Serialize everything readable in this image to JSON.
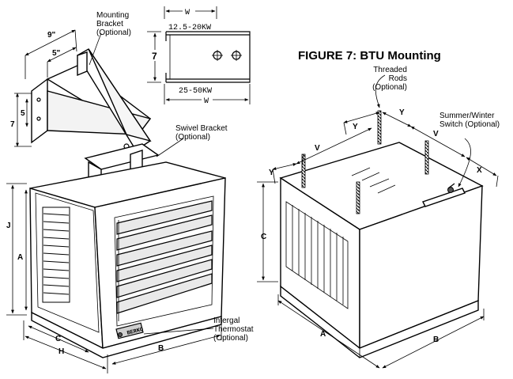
{
  "figure": {
    "title": "FIGURE 7: BTU Mounting"
  },
  "left": {
    "mounting_bracket": "Mounting\nBracket\n(Optional)",
    "swivel_bracket": "Swivel Bracket\n(Optional)",
    "integral_thermostat": "Intergal\nThermostat\n(Optional)",
    "dim_9": "9\"",
    "dim_5in": "5\"",
    "dim_5": "5",
    "dim_7": "7",
    "dim_J": "J",
    "dim_A": "A",
    "dim_C": "C",
    "dim_H": "H",
    "dim_B": "B",
    "brand": "BERKO"
  },
  "inset": {
    "w_top": "W",
    "kw_top": "12.5-20KW",
    "dim_7": "7",
    "kw_bottom": "25-50KW",
    "w_bottom": "W"
  },
  "right": {
    "threaded_rods": "Threaded\nRods\n(Optional)",
    "summer_winter": "Summer/Winter\nSwitch (Optional)",
    "dim_Y_left": "Y",
    "dim_V_left": "V",
    "dim_Y_mid": "Y",
    "dim_Y_mid2": "Y",
    "dim_V_right": "V",
    "dim_X": "X",
    "dim_C": "C",
    "dim_A": "A",
    "dim_B": "B"
  }
}
